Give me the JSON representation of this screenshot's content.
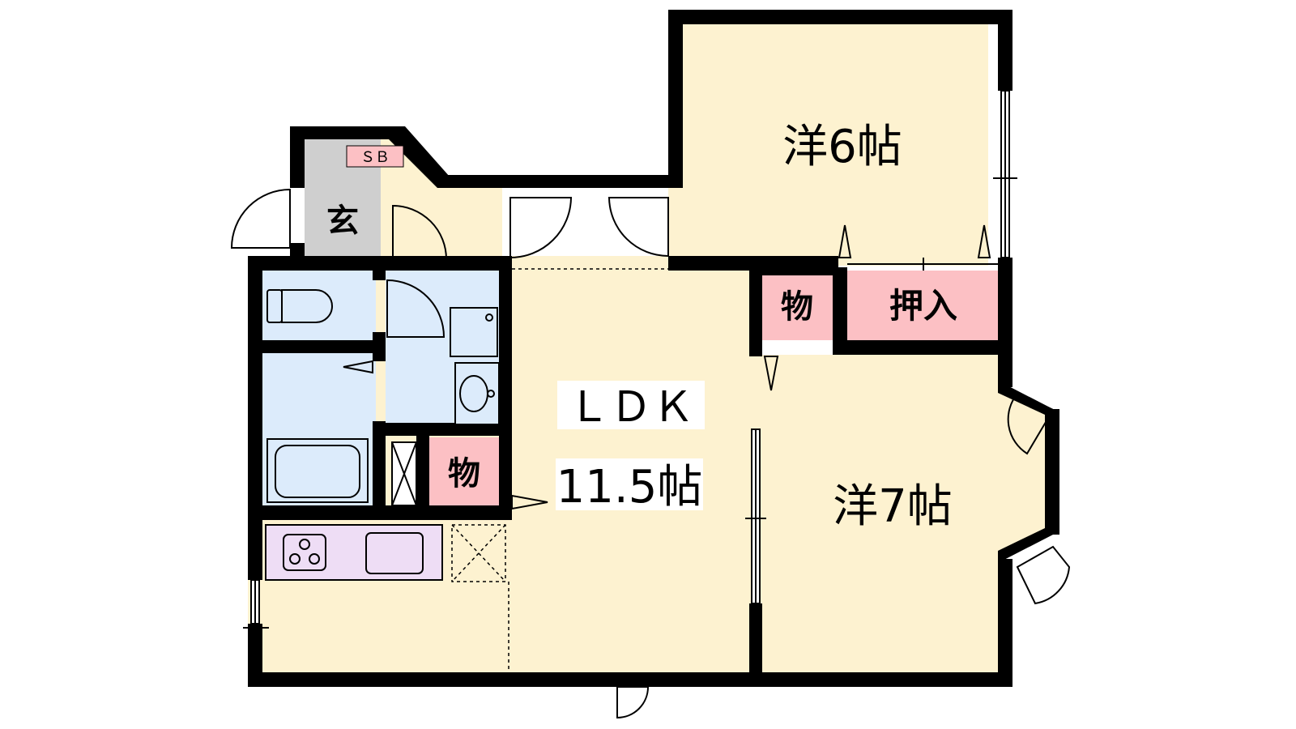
{
  "colors": {
    "living": "#fdf2d0",
    "wet": "#dcebfb",
    "storage": "#fcc0c4",
    "entry": "#cfcfcf",
    "kitchen": "#eeddf5",
    "wall": "#000000"
  },
  "rooms": {
    "ldk": {
      "name": "ＬＤＫ",
      "size": "11.5帖"
    },
    "western6": {
      "label": "洋6帖"
    },
    "western7": {
      "label": "洋7帖"
    },
    "entrance": {
      "label": "玄"
    },
    "shoe_box": {
      "label": "ＳＢ"
    },
    "storage_small": {
      "label": "物"
    },
    "storage_top": {
      "label": "物"
    },
    "closet": {
      "label": "押入"
    }
  },
  "icons": [
    "toilet-icon",
    "bathtub-icon",
    "washing-machine-icon",
    "sink-icon",
    "stove-icon",
    "kitchen-sink-icon",
    "refrigerator-space-icon"
  ]
}
